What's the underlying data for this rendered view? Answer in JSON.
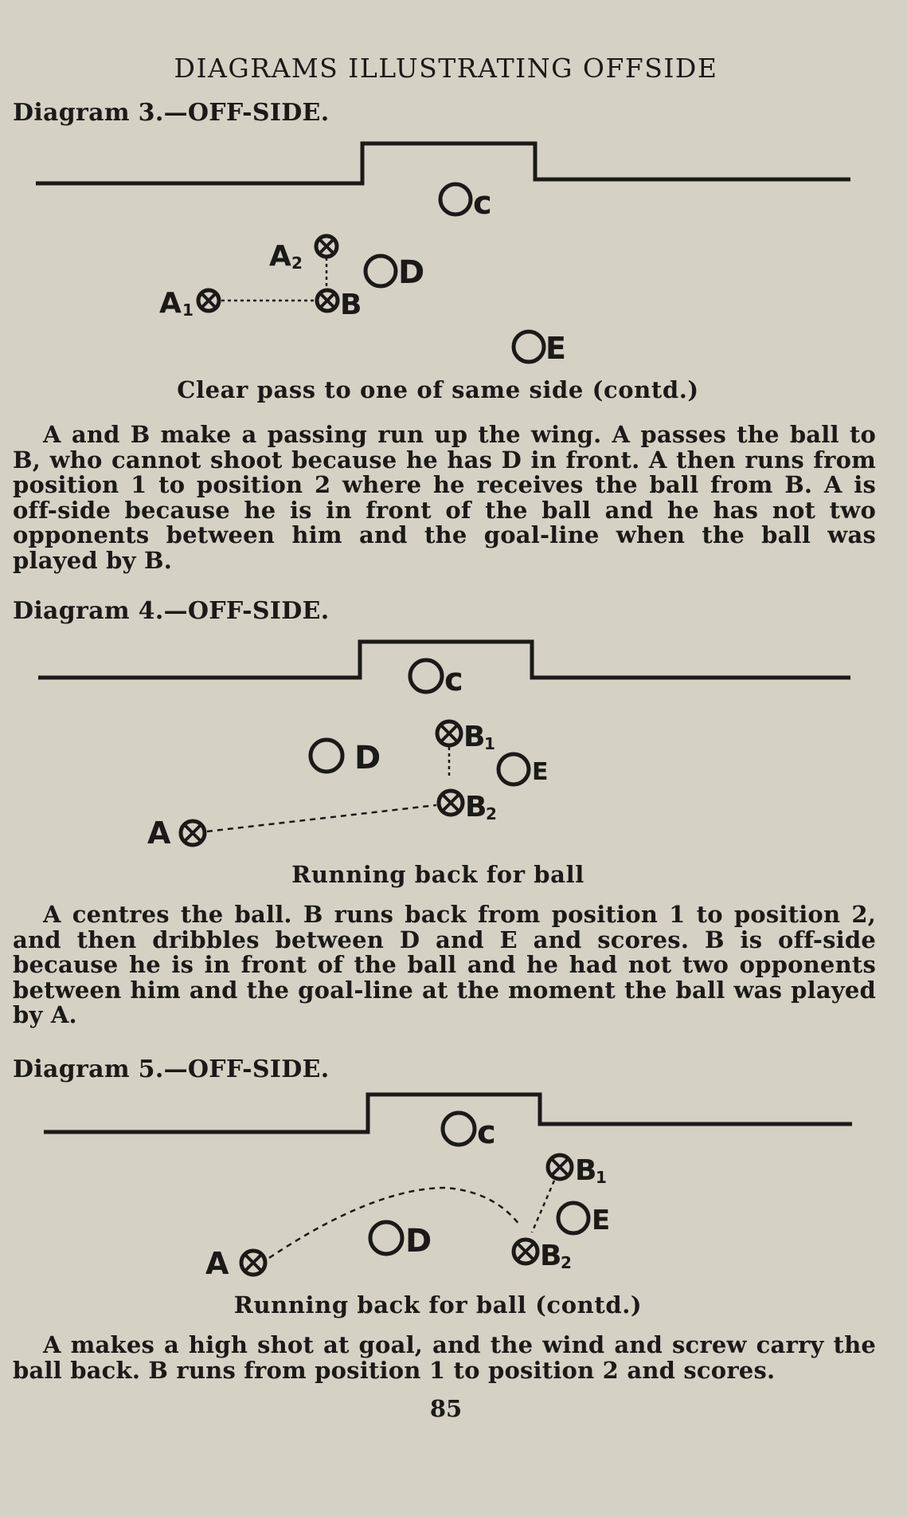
{
  "header": {
    "title": "DIAGRAMS ILLUSTRATING OFFSIDE"
  },
  "diagrams": [
    {
      "label": "Diagram 3.—OFF-SIDE.",
      "caption": "Clear pass to one of same side (contd.)",
      "text": "A and B make a passing run up the wing. A passes the ball to B, who cannot shoot because he has D in front. A then runs from position 1 to position 2 where he receives the ball from B. A is off-side because he is in front of the ball and he has not two opponents between him and the goal-line when the ball was played by B.",
      "marks": {
        "c": "c",
        "d": "D",
        "e": "E",
        "a1": "A",
        "a1_sub": "1",
        "a2": "A",
        "a2_sub": "2",
        "b": "B"
      }
    },
    {
      "label": "Diagram 4.—OFF-SIDE.",
      "caption": "Running back for ball",
      "text": "A centres the ball. B runs back from position 1 to position 2, and then dribbles between D and E and scores. B is off-side because he is in front of the ball and he had not two opponents between him and the goal-line at the moment the ball was played by A.",
      "marks": {
        "c": "c",
        "d": "D",
        "e": "E",
        "a": "A",
        "b1": "B",
        "b1_sub": "1",
        "b2": "B",
        "b2_sub": "2"
      }
    },
    {
      "label": "Diagram 5.—OFF-SIDE.",
      "caption": "Running back for ball (contd.)",
      "text": "A makes a high shot at goal, and the wind and screw carry the ball back. B runs from position 1 to position 2 and scores.",
      "marks": {
        "c": "c",
        "d": "D",
        "e": "E",
        "a": "A",
        "b1": "B",
        "b1_sub": "1",
        "b2": "B",
        "b2_sub": "2"
      }
    }
  ],
  "footer": {
    "page_number": "85"
  }
}
